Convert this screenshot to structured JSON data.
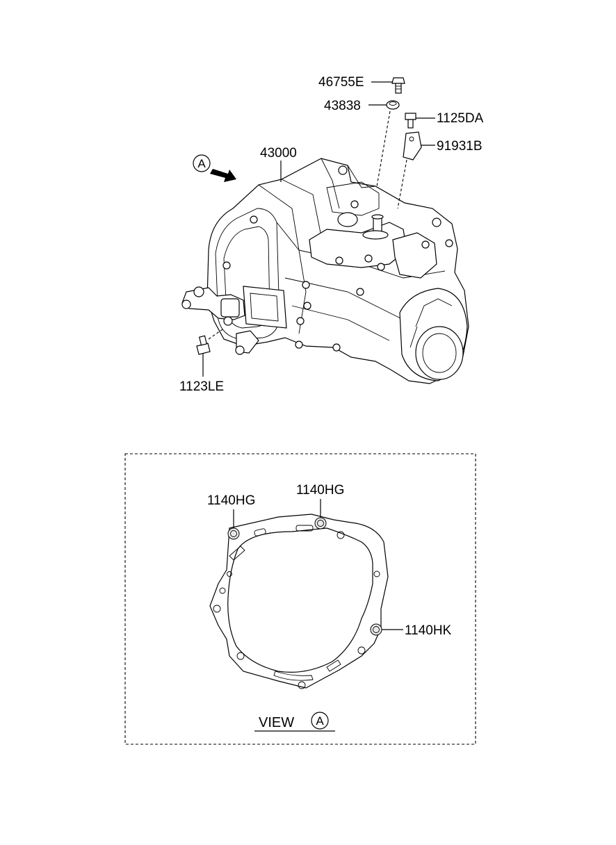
{
  "parts": {
    "p46755E": "46755E",
    "p43838": "43838",
    "p1125DA": "1125DA",
    "p91931B": "91931B",
    "p43000": "43000",
    "p1123LE": "1123LE",
    "p1140HG_left": "1140HG",
    "p1140HG_right": "1140HG",
    "p1140HK": "1140HK"
  },
  "view_marker": "A",
  "view": {
    "label": "VIEW",
    "marker": "A"
  }
}
